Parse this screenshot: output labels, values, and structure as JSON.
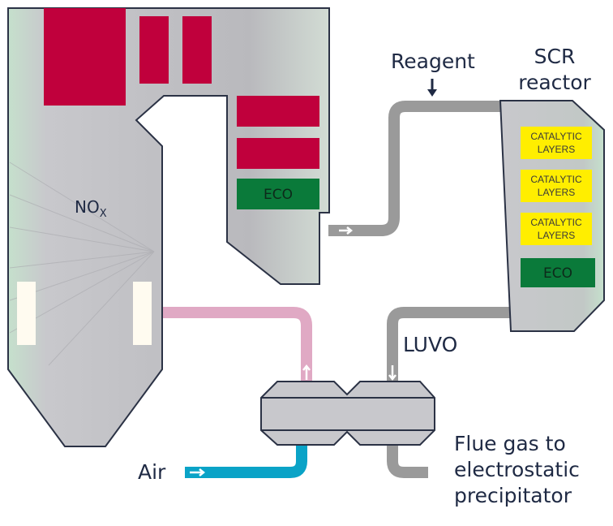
{
  "colors": {
    "outline": "#2b3245",
    "gas_grey": "#c8c8cc",
    "gas_green": "#c5e0cc",
    "heater_red": "#c0003c",
    "eco_green": "#0a7a3a",
    "catalyst_yellow": "#ffee00",
    "duct_grey": "#9a9a9a",
    "duct_pink": "#e0a9c4",
    "duct_blue": "#0aa3c7",
    "burner_white": "#fffbf0"
  },
  "labels": {
    "nox_main": "NO",
    "nox_sub": "X",
    "eco_boiler": "ECO",
    "eco_reactor": "ECO",
    "reagent": "Reagent",
    "scr_line1": "SCR",
    "scr_line2": "reactor",
    "luvo": "LUVO",
    "air": "Air",
    "flue_line1": "Flue gas to",
    "flue_line2": "electrostatic",
    "flue_line3": "precipitator"
  },
  "catalytic_layers": [
    {
      "line1": "CATALYTIC",
      "line2": "LAYERS"
    },
    {
      "line1": "CATALYTIC",
      "line2": "LAYERS"
    },
    {
      "line1": "CATALYTIC",
      "line2": "LAYERS"
    }
  ]
}
